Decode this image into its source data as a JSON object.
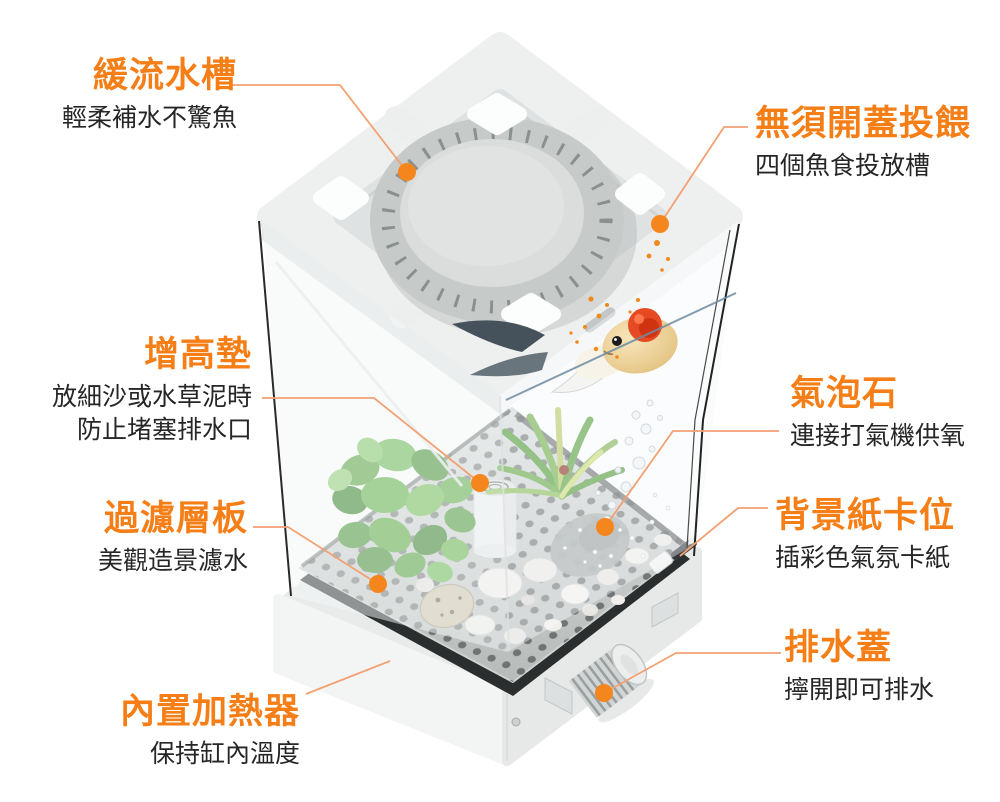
{
  "colors": {
    "accent": "#F67E17",
    "ink": "#262626",
    "line": "#F2A173",
    "dot": "#F5861D",
    "background": "#FFFFFF"
  },
  "callouts": [
    {
      "id": "slow-flow-trough",
      "title": "緩流水槽",
      "desc": "輕柔補水不驚魚"
    },
    {
      "id": "no-open-feeding",
      "title": "無須開蓋投餵",
      "desc": "四個魚食投放槽"
    },
    {
      "id": "riser-pad",
      "title": "增高墊",
      "desc": "放細沙或水草泥時",
      "desc2": "防止堵塞排水口"
    },
    {
      "id": "air-stone",
      "title": "氣泡石",
      "desc": "連接打氣機供氧"
    },
    {
      "id": "filter-plate",
      "title": "過濾層板",
      "desc": "美觀造景濾水"
    },
    {
      "id": "background-card-slot",
      "title": "背景紙卡位",
      "desc": "插彩色氣氛卡紙"
    },
    {
      "id": "built-in-heater",
      "title": "內置加熱器",
      "desc": "保持缸內溫度"
    },
    {
      "id": "drain-cap",
      "title": "排水蓋",
      "desc": "擰開即可排水"
    }
  ]
}
